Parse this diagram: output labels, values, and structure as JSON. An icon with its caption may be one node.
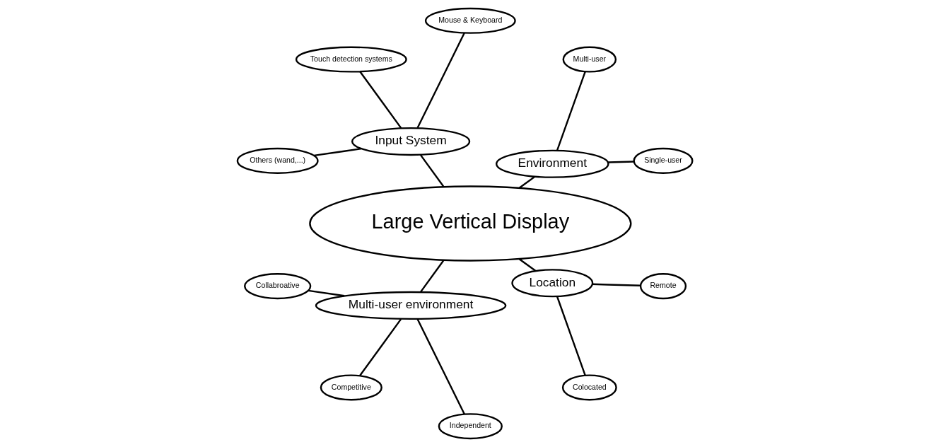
{
  "diagram": {
    "nodes": [
      {
        "text": [
          "Large Vertical Display"
        ]
      },
      {
        "text": [
          "Environment"
        ]
      },
      {
        "text": [
          "Single-user"
        ]
      },
      {
        "text": [
          "Multi-user"
        ]
      },
      {
        "text": [
          "Input System"
        ]
      },
      {
        "text": [
          "Mouse & Keyboard"
        ]
      },
      {
        "text": [
          "Touch detection systems"
        ]
      },
      {
        "text": [
          "Others (wand,...)"
        ]
      },
      {
        "text": [
          "Multi-user environment"
        ]
      },
      {
        "text": [
          "Collabroative"
        ]
      },
      {
        "text": [
          "Competitive"
        ]
      },
      {
        "text": [
          "Independent"
        ]
      },
      {
        "text": [
          "Location"
        ]
      },
      {
        "text": [
          "Colocated"
        ]
      },
      {
        "text": [
          "Remote"
        ]
      }
    ],
    "edges": [
      {
        "from": 0,
        "to": 1,
        "arrow": "none"
      },
      {
        "from": 1,
        "to": 2,
        "arrow": "none"
      },
      {
        "from": 1,
        "to": 3,
        "arrow": "none"
      },
      {
        "from": 0,
        "to": 4,
        "arrow": "none"
      },
      {
        "from": 4,
        "to": 5,
        "arrow": "none"
      },
      {
        "from": 4,
        "to": 6,
        "arrow": "none"
      },
      {
        "from": 4,
        "to": 7,
        "arrow": "none"
      },
      {
        "from": 0,
        "to": 8,
        "arrow": "none"
      },
      {
        "from": 8,
        "to": 9,
        "arrow": "none"
      },
      {
        "from": 8,
        "to": 10,
        "arrow": "none"
      },
      {
        "from": 8,
        "to": 11,
        "arrow": "none"
      },
      {
        "from": 0,
        "to": 12,
        "arrow": "none"
      },
      {
        "from": 12,
        "to": 13,
        "arrow": "none"
      },
      {
        "from": 12,
        "to": 14,
        "arrow": "none"
      }
    ]
  }
}
